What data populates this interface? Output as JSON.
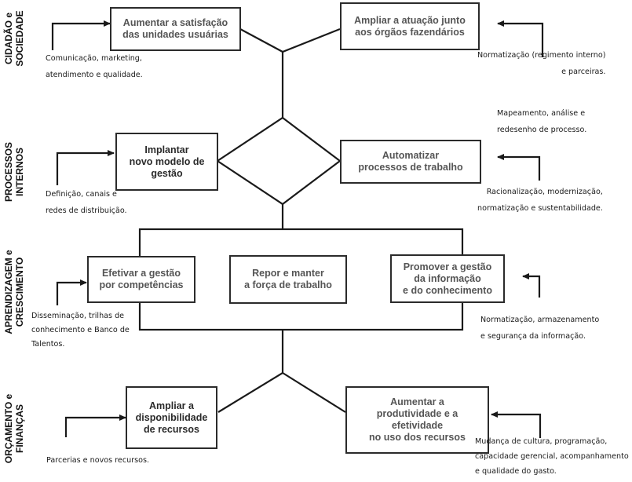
{
  "sides": {
    "cidadao": "CIDADÃO e\nSOCIEDADE",
    "processos": "PROCESSOS\nINTERNOS",
    "aprendizagem": "APRENDIZAGEM e\nCRESCIMENTO",
    "orcamento": "ORÇAMENTO e\nFINANÇAS"
  },
  "boxes": {
    "satisfacao": "Aumentar a satisfação\ndas unidades usuárias",
    "atuacao": "Ampliar a atuação junto\naos órgãos fazendários",
    "modelo": "Implantar\nnovo modelo de\ngestão",
    "automatizar": "Automatizar\nprocessos de trabalho",
    "competencias": "Efetivar a gestão\npor competências",
    "repor": "Repor e manter\na força de trabalho",
    "informacao": "Promover a gestão\nda informação\ne do conhecimento",
    "disponibilidade": "Ampliar a\ndisponibilidade\nde recursos",
    "produtividade": "Aumentar a\nprodutividade e a\nefetividade\nno uso dos recursos"
  },
  "notes": {
    "comunicacao": "Comunicação, marketing,\natendimento e qualidade.",
    "normatizacao": "Normatização (regimento interno)\ne parceiras.",
    "definicao": "Definição, canais e\nredes de distribuição.",
    "mapeamento": "Mapeamento, análise e\nredesenho de processo.",
    "racionalizacao": "Racionalização, modernização,\nnormatização e sustentabilidade.",
    "disseminacao": "Disseminação, trilhas de\nconhecimento e Banco de\nTalentos.",
    "armazenamento": "Normatização, armazenamento\ne segurança da informação.",
    "parcerias": "Parcerias e novos recursos.",
    "mudanca": "Mudança de cultura, programação,\ncapacidade gerencial, acompanhamento\ne qualidade do gasto."
  }
}
